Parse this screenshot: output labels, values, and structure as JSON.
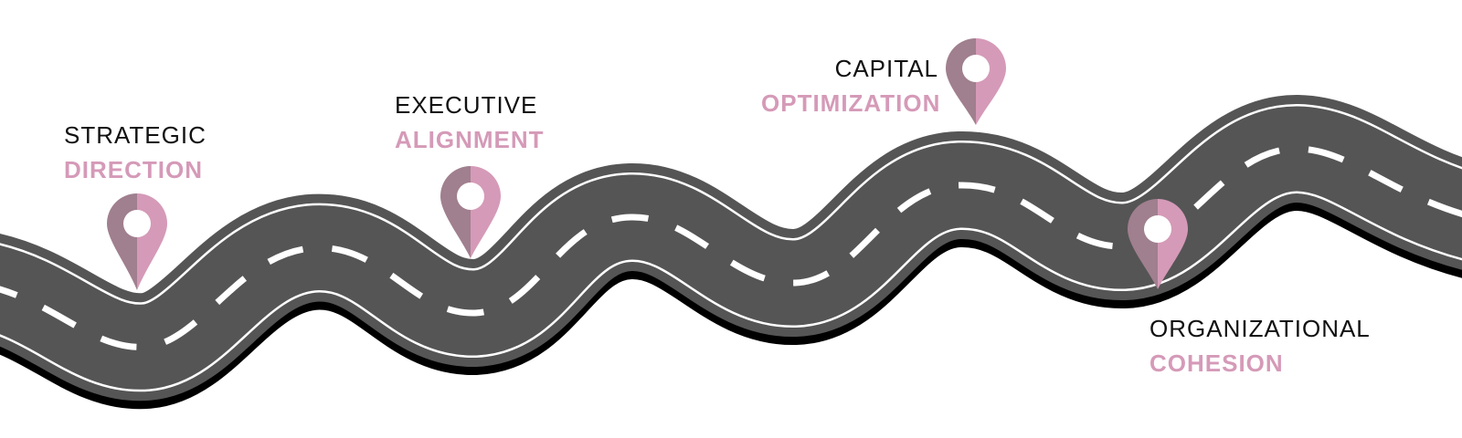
{
  "colors": {
    "road": "#555555",
    "shadow": "#000000",
    "marking": "#ffffff",
    "pin_dark": "#a07f8e",
    "pin_light": "#d59ab8",
    "accent_text": "#d59ab8"
  },
  "milestones": [
    {
      "line1": "STRATEGIC",
      "line2": "DIRECTION",
      "icon": "map-pin-icon"
    },
    {
      "line1": "EXECUTIVE",
      "line2": "ALIGNMENT",
      "icon": "map-pin-icon"
    },
    {
      "line1": "CAPITAL",
      "line2": "OPTIMIZATION",
      "icon": "map-pin-icon"
    },
    {
      "line1": "ORGANIZATIONAL",
      "line2": "COHESION",
      "icon": "map-pin-icon"
    }
  ]
}
